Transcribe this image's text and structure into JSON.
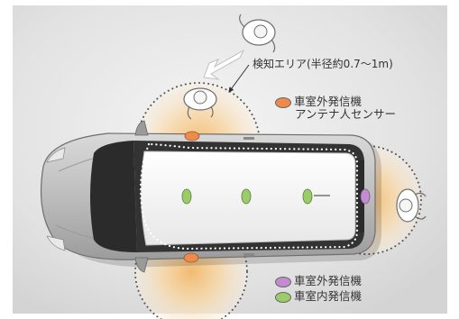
{
  "detection_area": {
    "text": "検知エリア(半径約0.7〜1m)"
  },
  "legend": {
    "exterior_antenna_line1": "車室外発信機",
    "exterior_antenna_line2": "アンテナ人センサー",
    "exterior_transmitter": "車室外発信機",
    "interior_transmitter": "車室内発信機"
  },
  "colors": {
    "exterior_antenna": "#f08a4b",
    "exterior_transmitter": "#c38bd0",
    "interior_transmitter": "#9acd6a",
    "zone_glow": "#f6c98a",
    "car_body": "#c8c8c8",
    "windows": "#2b2b2b",
    "roof": "#f2f2f2"
  },
  "icons": [
    "person-icon",
    "arrow-icon",
    "car-icon"
  ]
}
